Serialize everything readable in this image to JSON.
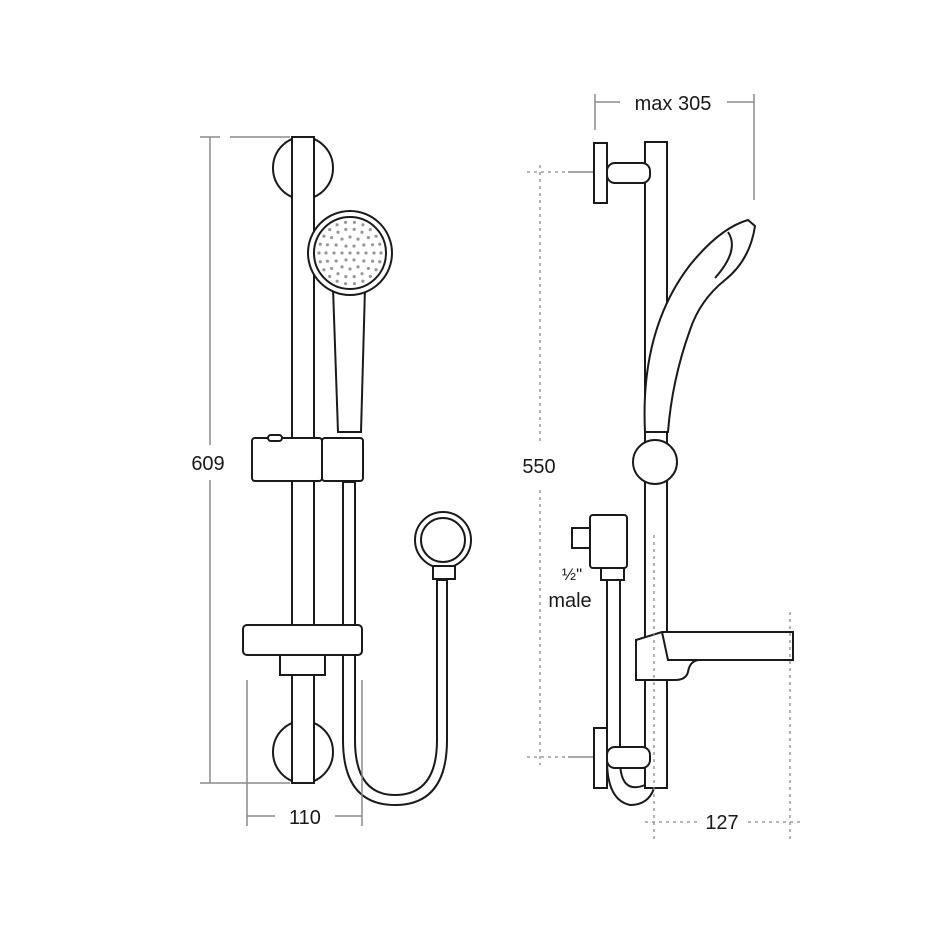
{
  "dimensions": {
    "front_height": "609",
    "front_width": "110",
    "side_max_projection": "max 305",
    "side_bracket_spacing": "550",
    "side_dish_projection": "127"
  },
  "outlet_label": {
    "size": "½\"",
    "type": "male"
  },
  "colors": {
    "line": "#1a1a1a",
    "dimension": "#8a8a8a"
  }
}
